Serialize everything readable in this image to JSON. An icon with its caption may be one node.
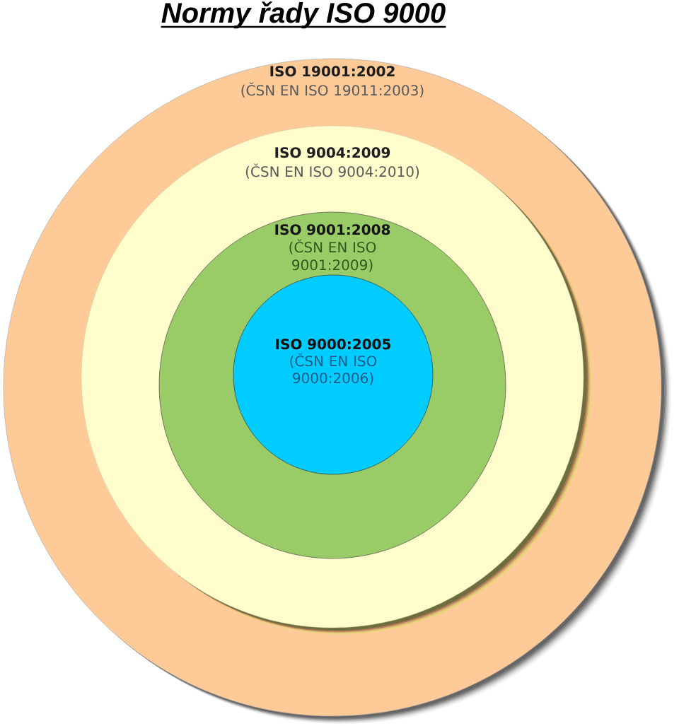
{
  "diagram": {
    "title": "Normy řady ISO 9000",
    "nodes": [
      {
        "text": [
          "ISO 19001:2002",
          "(ČSN EN ISO 19011:2003)"
        ]
      },
      {
        "text": [
          "ISO 9004:2009",
          "(ČSN EN ISO 9004:2010)"
        ],
        "in": 0
      },
      {
        "text": [
          "ISO 9001:2008",
          "(ČSN EN ISO 9001:2009)"
        ],
        "in": 1
      },
      {
        "text": [
          "ISO 9000:2005",
          "(ČSN EN ISO 9000:2006)"
        ],
        "in": 2
      }
    ]
  }
}
